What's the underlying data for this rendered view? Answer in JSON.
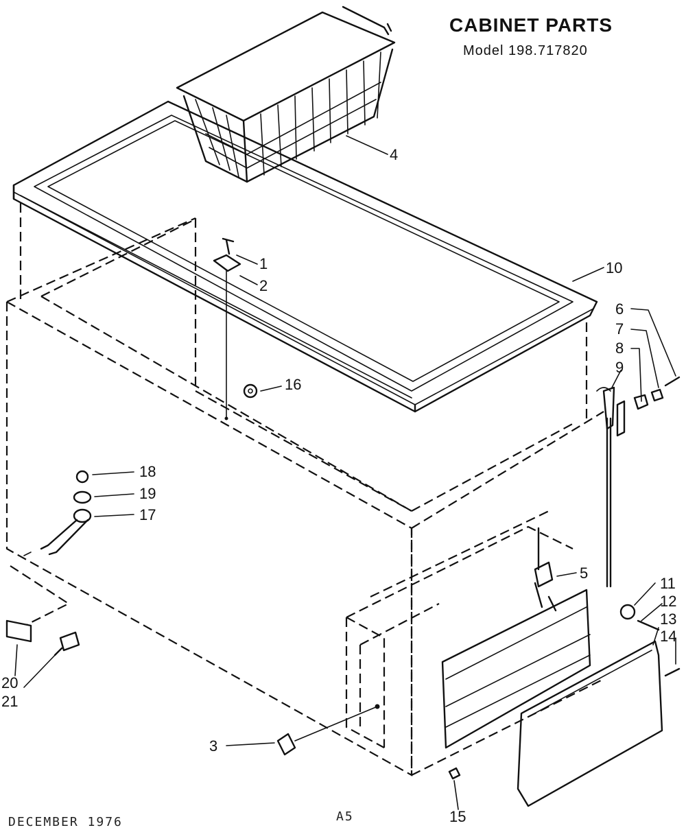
{
  "title": "CABINET PARTS",
  "model": "Model 198.717820",
  "footer_date": "DECEMBER 1976",
  "footer_code": "A5",
  "callouts": [
    "1",
    "2",
    "3",
    "4",
    "5",
    "6",
    "7",
    "8",
    "9",
    "10",
    "11",
    "12",
    "13",
    "14",
    "15",
    "16",
    "17",
    "18",
    "19",
    "20",
    "21"
  ]
}
